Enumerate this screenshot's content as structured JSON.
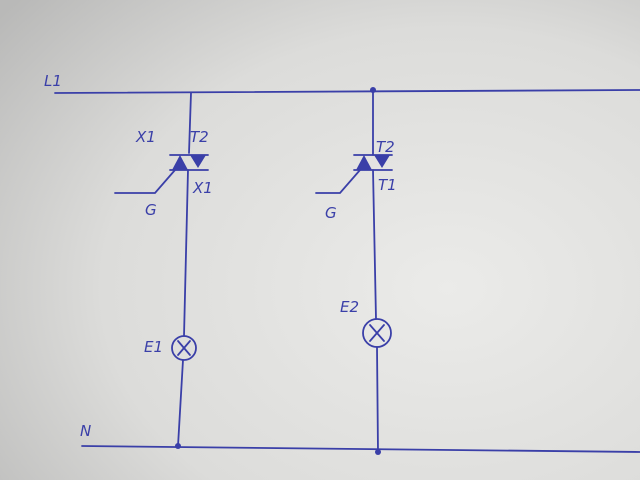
{
  "diagram": {
    "rails": {
      "line": "L1",
      "neutral": "N"
    },
    "branches": [
      {
        "triac": {
          "left_label": "X1",
          "top_label": "T2",
          "bottom_label": "X1",
          "gate_label": "G"
        },
        "lamp": {
          "label": "E1"
        }
      },
      {
        "triac": {
          "top_label": "T2",
          "bottom_label": "T1",
          "gate_label": "G"
        },
        "lamp": {
          "label": "E2"
        }
      }
    ]
  },
  "colors": {
    "ink": "#3a3fa8",
    "paper": "#e4e4e2"
  }
}
